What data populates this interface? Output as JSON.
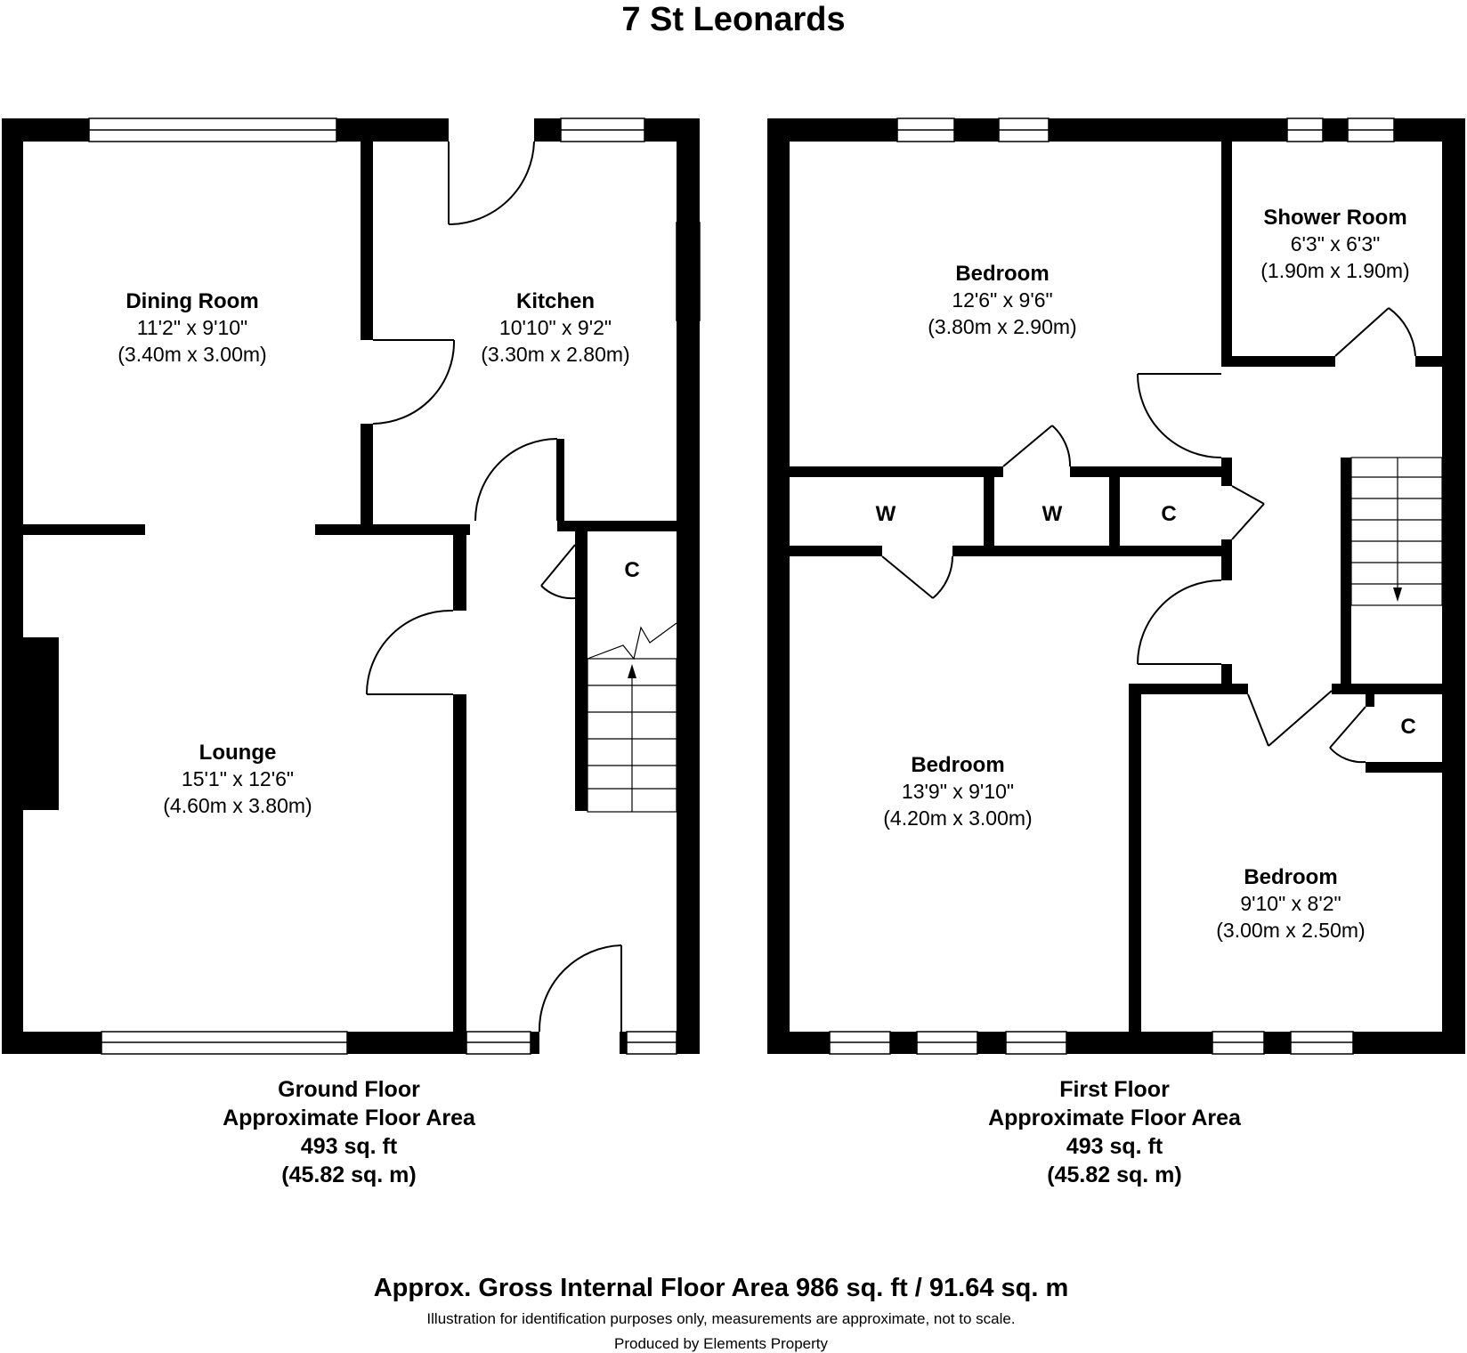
{
  "title": "7 St Leonards",
  "ground_floor": {
    "rooms": [
      {
        "name": "Dining Room",
        "imperial": "11'2\" x 9'10\"",
        "metric": "(3.40m x 3.00m)"
      },
      {
        "name": "Kitchen",
        "imperial": "10'10\" x 9'2\"",
        "metric": "(3.30m x 2.80m)"
      },
      {
        "name": "Lounge",
        "imperial": "15'1\" x 12'6\"",
        "metric": "(4.60m x 3.80m)"
      }
    ],
    "cupboards": [
      "C"
    ],
    "label": {
      "floor": "Ground Floor",
      "area_label": "Approximate Floor Area",
      "sqft": "493 sq. ft",
      "sqm": "(45.82 sq. m)"
    }
  },
  "first_floor": {
    "rooms": [
      {
        "name": "Bedroom",
        "imperial": "12'6\" x 9'6\"",
        "metric": "(3.80m x 2.90m)"
      },
      {
        "name": "Shower Room",
        "imperial": "6'3\" x 6'3\"",
        "metric": "(1.90m x 1.90m)"
      },
      {
        "name": "Bedroom",
        "imperial": "13'9\" x 9'10\"",
        "metric": "(4.20m x 3.00m)"
      },
      {
        "name": "Bedroom",
        "imperial": "9'10\" x 8'2\"",
        "metric": "(3.00m x 2.50m)"
      }
    ],
    "cupboards": [
      "W",
      "W",
      "C",
      "C"
    ],
    "label": {
      "floor": "First Floor",
      "area_label": "Approximate Floor Area",
      "sqft": "493 sq. ft",
      "sqm": "(45.82 sq. m)"
    }
  },
  "footer": {
    "gross": "Approx. Gross Internal Floor Area 986 sq. ft / 91.64 sq. m",
    "disclaimer": "Illustration for identification purposes only, measurements are approximate, not to scale.",
    "credit": "Produced by Elements Property"
  }
}
